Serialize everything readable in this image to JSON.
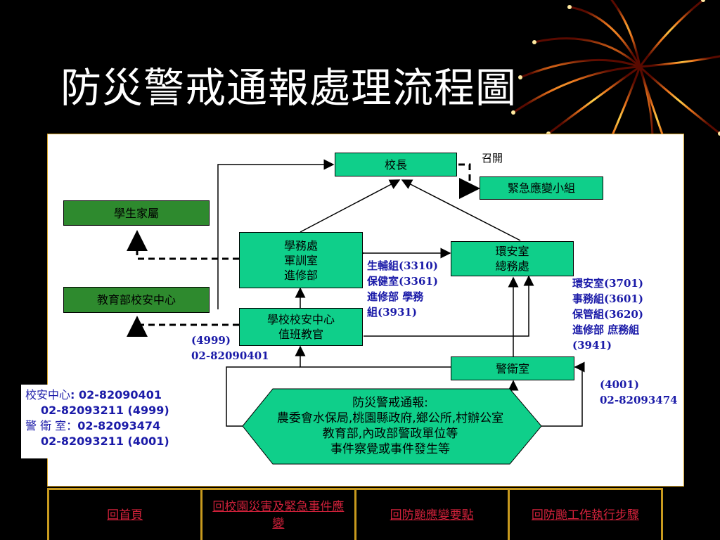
{
  "title": "防災警戒通報處理流程圖",
  "nodes": {
    "principal": "校長",
    "convene": "召開",
    "emergency_team": "緊急應變小組",
    "parents": "學生家屬",
    "moe_center": "教育部校安中心",
    "student_affairs": [
      "學務處",
      "軍訓室",
      "進修部"
    ],
    "env_safety": [
      "環安室",
      "總務處"
    ],
    "school_center": [
      "學校校安中心",
      "值班教官"
    ],
    "guard_room": "警衛室",
    "hexagon": [
      "防災警戒通報:",
      "農委會水保局,桃園縣政府,鄉公所,村辦公室",
      "教育部,內政部警政單位等",
      "事件察覺或事件發生等"
    ]
  },
  "labels": {
    "student_affairs_ext": [
      "生輔組(3310)",
      "保健室(3361)",
      "進修部 學務",
      "組(3931)"
    ],
    "env_ext": [
      "環安室(3701)",
      "事務組(3601)",
      "保管組(3620)",
      "進修部 庶務組",
      "(3941)"
    ],
    "center_ext": [
      "(4999)",
      "02-82090401"
    ],
    "guard_ext": [
      "(4001)",
      "02-82093474"
    ]
  },
  "contact": {
    "line1_label": "校安中心",
    "line1_value": ": 02-82090401",
    "line2": "02-82093211  (4999)",
    "line3_label": "警 衛 室：",
    "line3_value": "02-82093474",
    "line4": "02-82093211  (4001)"
  },
  "nav": [
    "回首頁",
    "回校園災害及緊急事件應變",
    "回防颱應變要點",
    "回防颱工作執行步驟"
  ]
}
